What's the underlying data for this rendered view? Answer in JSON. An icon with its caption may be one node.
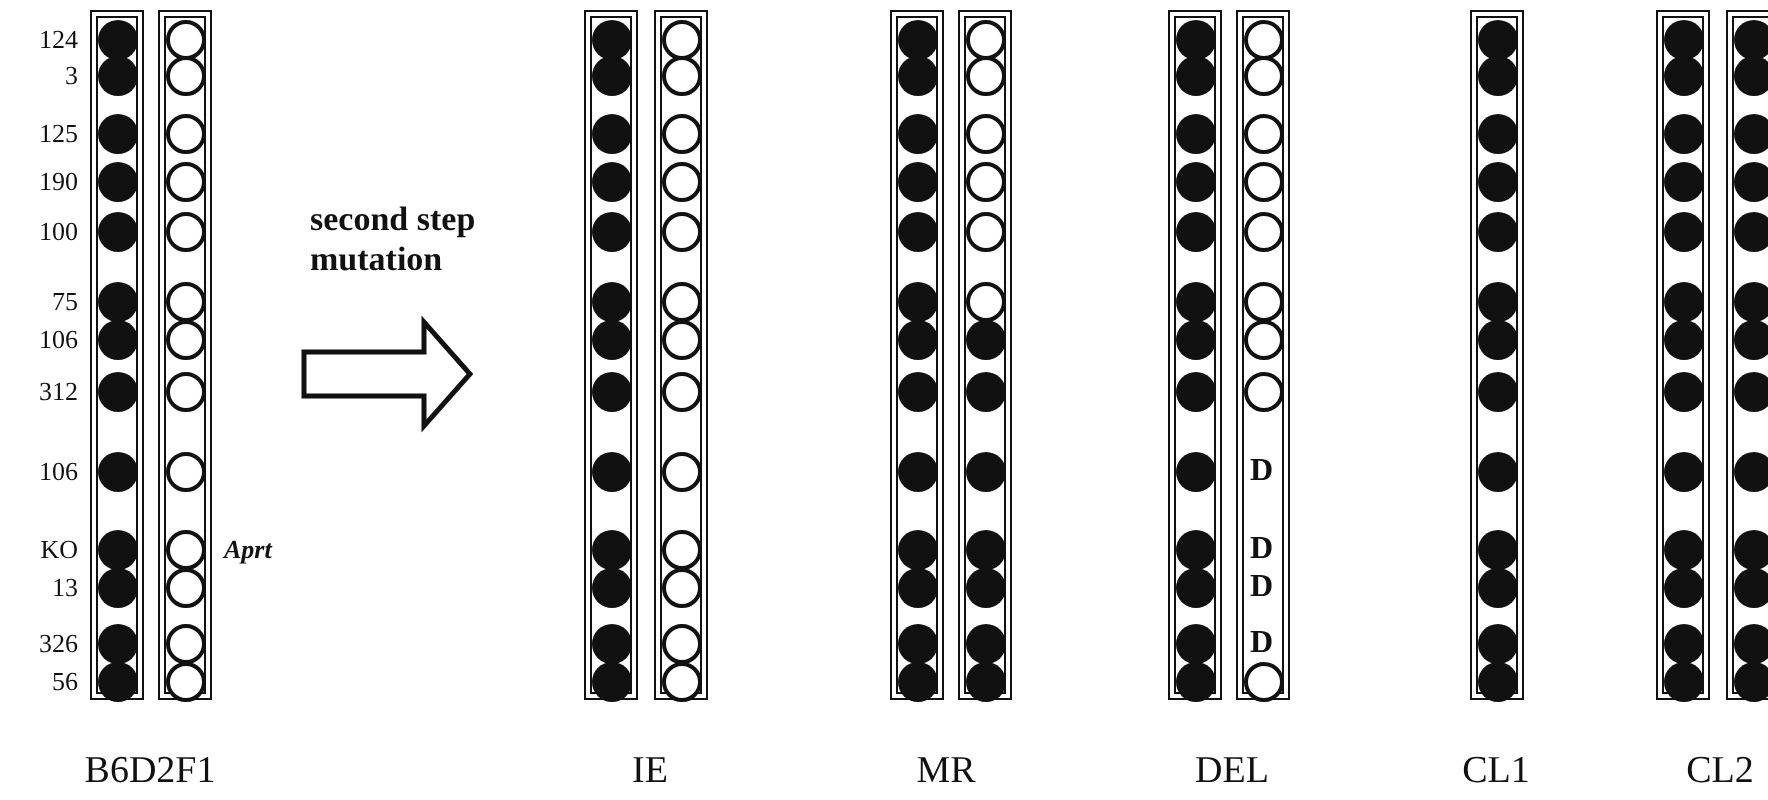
{
  "diagram": {
    "nodes": [
      {
        "text": [],
        "shape": "bar"
      },
      {
        "text": [],
        "shape": "bar"
      },
      {
        "text": [],
        "shape": "bar"
      },
      {
        "text": [],
        "shape": "bar"
      },
      {
        "text": [],
        "shape": "bar"
      },
      {
        "text": [],
        "shape": "bar"
      },
      {
        "text": [],
        "shape": "bar"
      },
      {
        "text": [
          "D",
          "D",
          "D",
          "D"
        ]
      },
      {
        "text": [],
        "shape": "bar"
      },
      {
        "text": [],
        "shape": "bar"
      },
      {
        "text": [],
        "shape": "bar"
      }
    ],
    "edges": [
      {
        "from": 1,
        "to": 2,
        "arrow": "to",
        "label": "second step mutation"
      }
    ],
    "labels": [
      "124",
      "3",
      "125",
      "190",
      "100",
      "75",
      "106",
      "312",
      "106",
      "KO",
      "Aprt",
      "13",
      "326",
      "56",
      "B6D2F1",
      "IE",
      "MR",
      "DEL",
      "CL1",
      "CL2"
    ]
  }
}
